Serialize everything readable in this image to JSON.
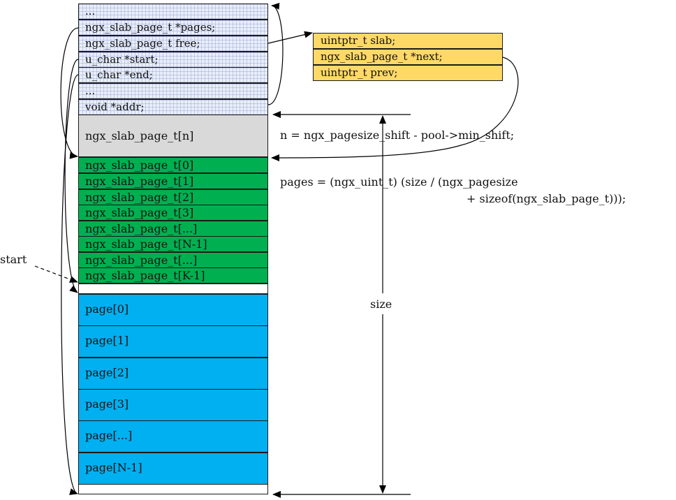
{
  "pool_fields": [
    "...",
    "ngx_slab_page_t *pages;",
    "ngx_slab_page_t free;",
    "u_char *start;",
    "u_char *end;",
    "...",
    "void *addr;"
  ],
  "slab_page_struct": [
    "uintptr_t slab;",
    "ngx_slab_page_t *next;",
    "uintptr_t prev;"
  ],
  "slot_array_label": "ngx_slab_page_t[n]",
  "page_descriptors": [
    "ngx_slab_page_t[0]",
    "ngx_slab_page_t[1]",
    "ngx_slab_page_t[2]",
    "ngx_slab_page_t[3]",
    "ngx_slab_page_t[...]",
    "ngx_slab_page_t[N-1]",
    "ngx_slab_page_t[...]",
    "ngx_slab_page_t[K-1]"
  ],
  "pages": [
    "page[0]",
    "page[1]",
    "page[2]",
    "page[3]",
    "page[...]",
    "page[N-1]"
  ],
  "formulas": {
    "n": "n = ngx_pagesize_shift - pool->min_shift;",
    "pages_line1": "pages = (ngx_uint_t) (size / (ngx_pagesize",
    "pages_line2": "+ sizeof(ngx_slab_page_t)));"
  },
  "labels": {
    "start": "start",
    "size": "size"
  },
  "colors": {
    "header": "#e9eef9",
    "slots": "#d9d9d9",
    "descriptors": "#00b050",
    "pages": "#00b0f0",
    "struct": "#ffd966"
  }
}
